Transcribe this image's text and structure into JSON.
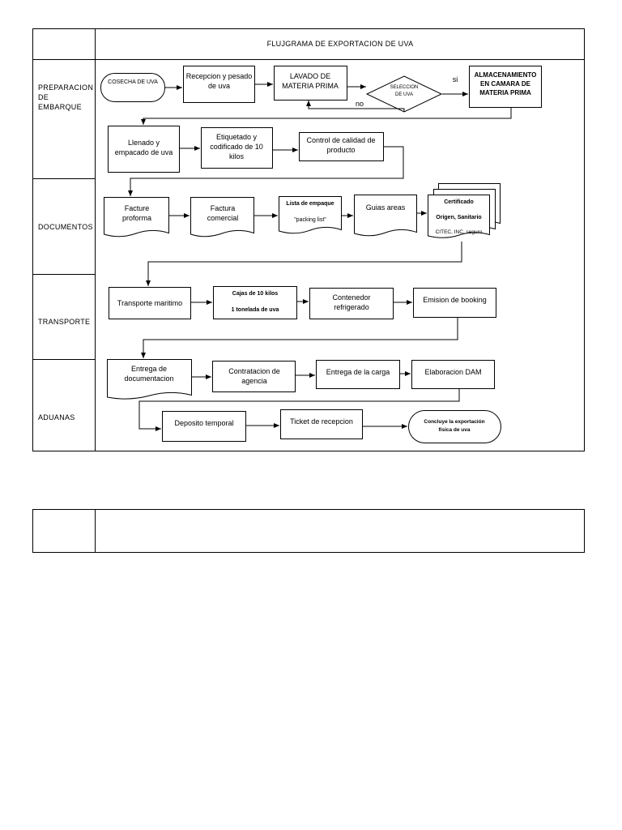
{
  "title": "FLUJGRAMA DE EXPORTACION DE UVA",
  "lanes": {
    "preparacion": "PREPARACION DE EMBARQUE",
    "documentos": "DOCUMENTOS",
    "transporte": "TRANSPORTE",
    "aduanas": "ADUANAS"
  },
  "nodes": {
    "cosecha": "COSECHA DE UVA",
    "recepcion": "Recepcion y pesado de uva",
    "lavado": "LAVADO DE MATERIA PRIMA",
    "seleccion": "SELECCION DE UVA",
    "almacenamiento": "ALMACENAMIENTO EN CAMARA DE MATERIA PRIMA",
    "llenado": "Llenado y empacado de uva",
    "etiquetado": "Etiquetado y codificado de 10 kilos",
    "control": "Control de calidad de producto",
    "facture_proforma": "Facture proforma",
    "factura_comercial": "Factura comercial",
    "lista_empaque_1": "Lista de empaque",
    "lista_empaque_2": "\"packing list\"",
    "guias": "Guias areas",
    "certificado_1": "Certificado",
    "certificado_2": "Origen, Sanitario",
    "certificado_3": "CITEC, INC, seguro",
    "transporte_maritimo": "Transporte maritimo",
    "cajas_1": "Cajas de 10 kilos",
    "cajas_2": "1 tonelada de uva",
    "contenedor": "Contenedor refrigerado",
    "booking": "Emision de booking",
    "entrega_doc": "Entrega de documentacion",
    "contratacion": "Contratacion de agencia",
    "entrega_carga": "Entrega de la carga",
    "dam": "Elaboracion DAM",
    "deposito": "Deposito temporal",
    "ticket": "Ticket de recepcion",
    "concluye": "Concluye la exportación física de uva"
  },
  "edge_labels": {
    "si": "si",
    "no": "no"
  }
}
